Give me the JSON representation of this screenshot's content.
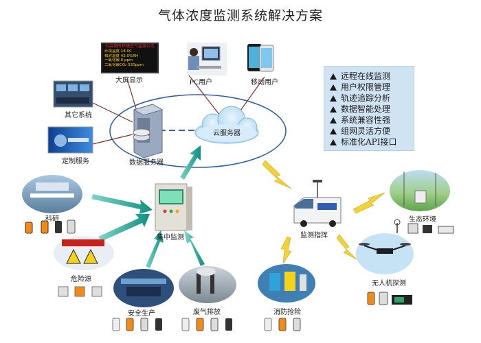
{
  "title": "气体浓度监测系统解决方案",
  "features": [
    "远程在线监测",
    "用户权限管理",
    "轨迹追踪分析",
    "数据智能处理",
    "系统兼容性强",
    "组网灵活方便",
    "标准化API接口"
  ],
  "nodes": {
    "big_screen": "大屏显示",
    "pc_user": "PC用户",
    "mobile_user": "移动用户",
    "other_system": "其它系统",
    "custom_service": "定制服务",
    "data_server": "数据服务器",
    "cloud_server": "云服务器",
    "central_monitor": "集中监测",
    "research": "科研",
    "hazard_source": "危险源",
    "safe_production": "安全生产",
    "exhaust": "废气排放",
    "fire_rescue": "消防抢险",
    "monitor_command": "监测指挥",
    "eco_env": "生态环境",
    "drone": "无人机探测"
  },
  "led": {
    "header": "公共场所环境空气监测公示",
    "rows": [
      "环境温度   18.0C",
      "相对湿度   42.0%RH",
      "一氧化碳    0  ppm",
      "二氧化碳CO₂  520ppm"
    ]
  },
  "colors": {
    "arrow_teal": "#1fa99a",
    "lightning": "#f2d23a",
    "ellipse": "#2f5fb3",
    "link_line": "#8b2a2a",
    "cloud": "#bfe0f5"
  }
}
